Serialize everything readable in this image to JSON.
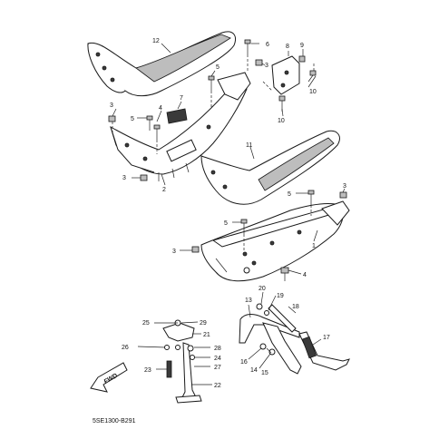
{
  "diagram": {
    "caption": "5SE1300-B291",
    "fwd_label": "FWD",
    "callouts": {
      "c1": "1",
      "c2": "2",
      "c3a": "3",
      "c3b": "3",
      "c3c": "3",
      "c3d": "3",
      "c4a": "4",
      "c4b": "4",
      "c5a": "5",
      "c5b": "5",
      "c5c": "5",
      "c5d": "5",
      "c6": "6",
      "c7": "7",
      "c8": "8",
      "c9": "9",
      "c10a": "10",
      "c10b": "10",
      "c11": "11",
      "c12": "12",
      "c13": "13",
      "c14": "14",
      "c15": "15",
      "c16": "16",
      "c17": "17",
      "c18": "18",
      "c19": "19",
      "c20": "20",
      "c21": "21",
      "c22": "22",
      "c23": "23",
      "c24": "24",
      "c25": "25",
      "c26": "26",
      "c27": "27",
      "c28": "28",
      "c29": "29"
    }
  }
}
